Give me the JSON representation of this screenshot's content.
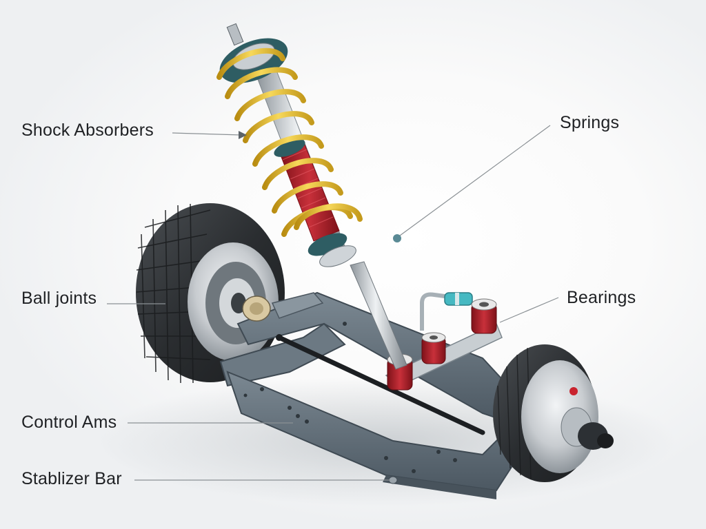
{
  "diagram": {
    "labels": {
      "shock_absorbers": "Shock Absorbers",
      "springs": "Springs",
      "ball_joints": "Ball joints",
      "bearings": "Bearings",
      "control_arms": "Control Ams",
      "stabilizer_bar": "Stablizer Bar"
    },
    "colors": {
      "spring": "#e9bf2e",
      "damper_coil": "#b3202a",
      "frame": "#5d6b76",
      "bushing": "#b11e2a",
      "tire": "#2d3033",
      "leader": "#8a9094",
      "callout_dot": "#5a8a95"
    }
  }
}
